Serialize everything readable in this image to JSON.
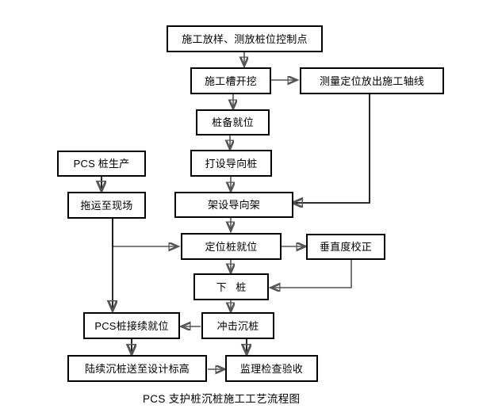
{
  "diagram": {
    "caption": "PCS 支护桩沉桩施工工艺流程图",
    "nodes": [
      {
        "id": "survey_setout",
        "label": "施工放样、测放桩位控制点"
      },
      {
        "id": "trench_excav",
        "label": "施工槽开挖"
      },
      {
        "id": "axis_setout",
        "label": "测量定位放出施工轴线"
      },
      {
        "id": "pile_ready",
        "label": "桩备就位"
      },
      {
        "id": "guide_pile",
        "label": "打设导向桩"
      },
      {
        "id": "pcs_production",
        "label": "PCS 桩生产"
      },
      {
        "id": "haul_to_site",
        "label": "拖运至现场"
      },
      {
        "id": "guide_frame",
        "label": "架设导向架"
      },
      {
        "id": "locate_pile",
        "label": "定位桩就位"
      },
      {
        "id": "verticality",
        "label": "垂直度校正"
      },
      {
        "id": "lower_pile",
        "label": "下   桩"
      },
      {
        "id": "impact_driving",
        "label": "冲击沉桩"
      },
      {
        "id": "pcs_splice",
        "label": "PCS桩接续就位"
      },
      {
        "id": "drive_to_grade",
        "label": "陆续沉桩送至设计标高"
      },
      {
        "id": "supervision",
        "label": "监理检查验收"
      }
    ],
    "edges": [
      {
        "from": "survey_setout",
        "to": "trench_excav"
      },
      {
        "from": "trench_excav",
        "to": "axis_setout"
      },
      {
        "from": "trench_excav",
        "to": "pile_ready"
      },
      {
        "from": "pile_ready",
        "to": "guide_pile"
      },
      {
        "from": "guide_pile",
        "to": "guide_frame"
      },
      {
        "from": "axis_setout",
        "to": "guide_frame"
      },
      {
        "from": "pcs_production",
        "to": "haul_to_site"
      },
      {
        "from": "haul_to_site",
        "to": "locate_pile"
      },
      {
        "from": "haul_to_site",
        "to": "pcs_splice"
      },
      {
        "from": "guide_frame",
        "to": "locate_pile"
      },
      {
        "from": "locate_pile",
        "to": "verticality"
      },
      {
        "from": "locate_pile",
        "to": "lower_pile"
      },
      {
        "from": "verticality",
        "to": "lower_pile"
      },
      {
        "from": "lower_pile",
        "to": "impact_driving"
      },
      {
        "from": "impact_driving",
        "to": "pcs_splice"
      },
      {
        "from": "impact_driving",
        "to": "supervision"
      },
      {
        "from": "pcs_splice",
        "to": "drive_to_grade"
      },
      {
        "from": "drive_to_grade",
        "to": "supervision"
      }
    ],
    "colors": {
      "box_border": "#000000",
      "box_fill": "#ffffff",
      "connector": "#555555",
      "text": "#000000",
      "background": "#ffffff"
    }
  }
}
